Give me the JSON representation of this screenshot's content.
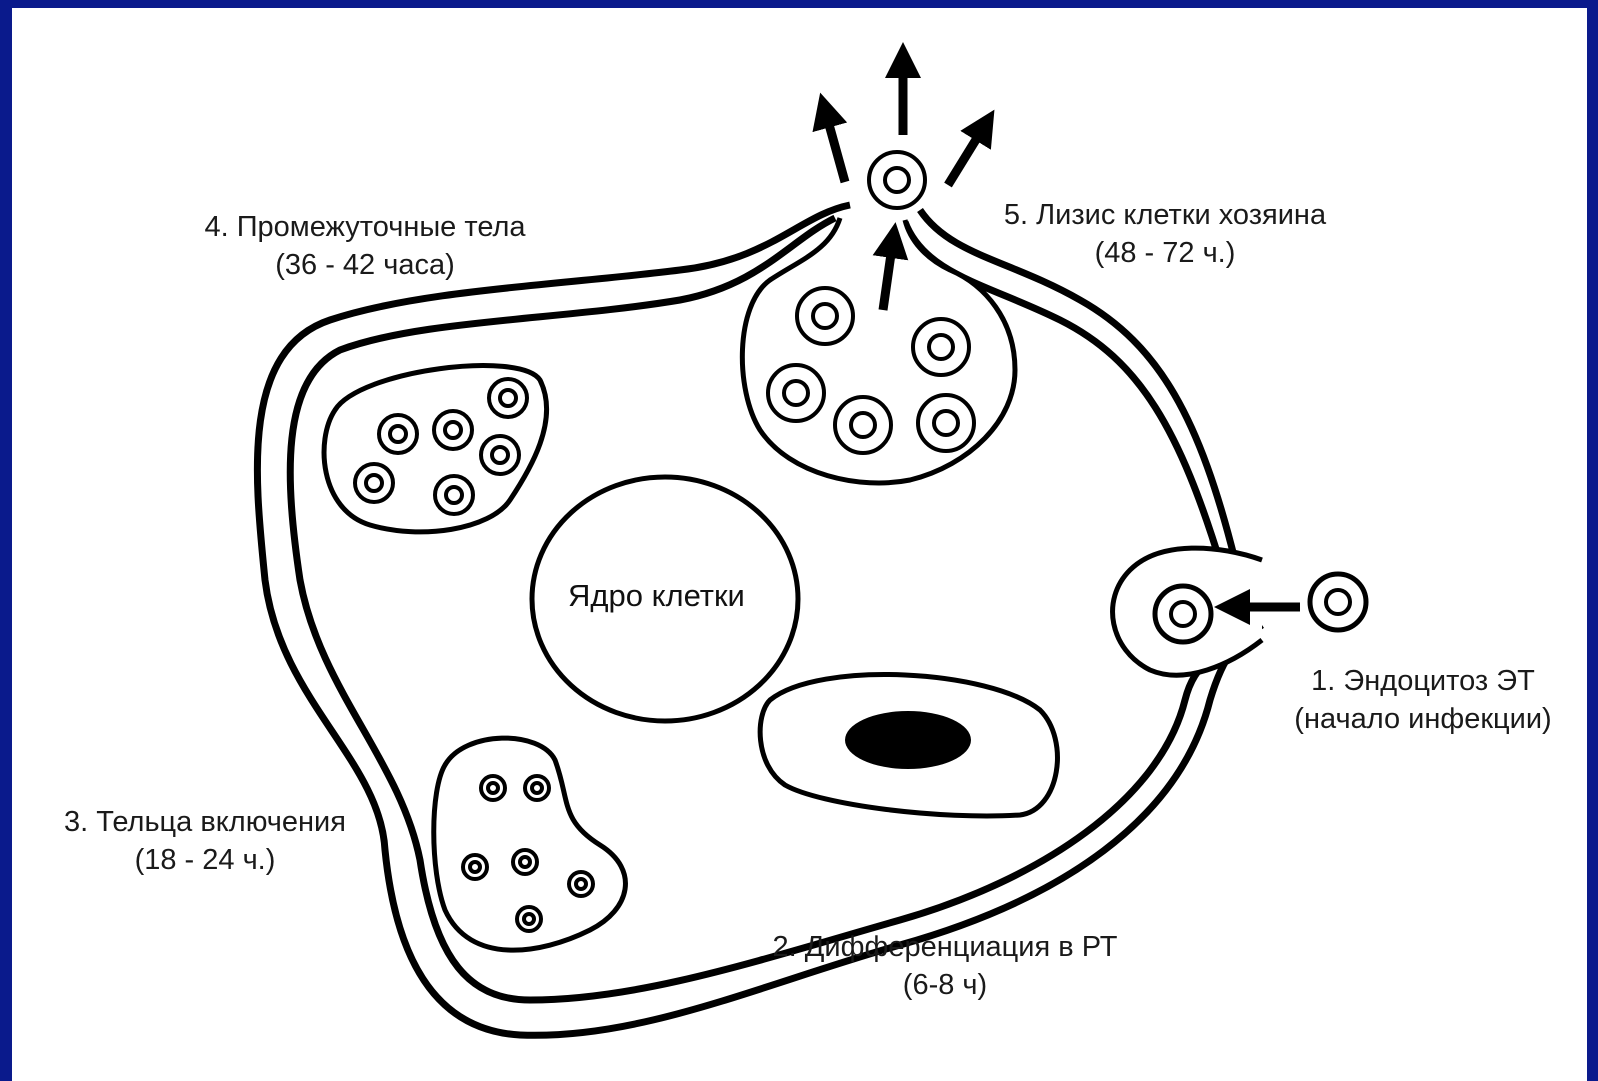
{
  "labels": {
    "stage1": {
      "line1": "1. Эндоцитоз ЭТ",
      "line2": "(начало инфекции)"
    },
    "stage2": {
      "line1": "2. Дифференциация в РТ",
      "line2": "(6-8 ч)"
    },
    "stage3": {
      "line1": "3. Тельца включения",
      "line2": "(18 - 24 ч.)"
    },
    "stage4": {
      "line1": "4. Промежуточные тела",
      "line2": "(36 - 42 часа)"
    },
    "stage5": {
      "line1": "5. Лизис клетки хозяина",
      "line2": "(48 - 72 ч.)"
    },
    "nucleus": "Ядро клетки"
  },
  "colors": {
    "background": "#0a1a8c",
    "panel": "#ffffff",
    "ink": "#000000"
  }
}
